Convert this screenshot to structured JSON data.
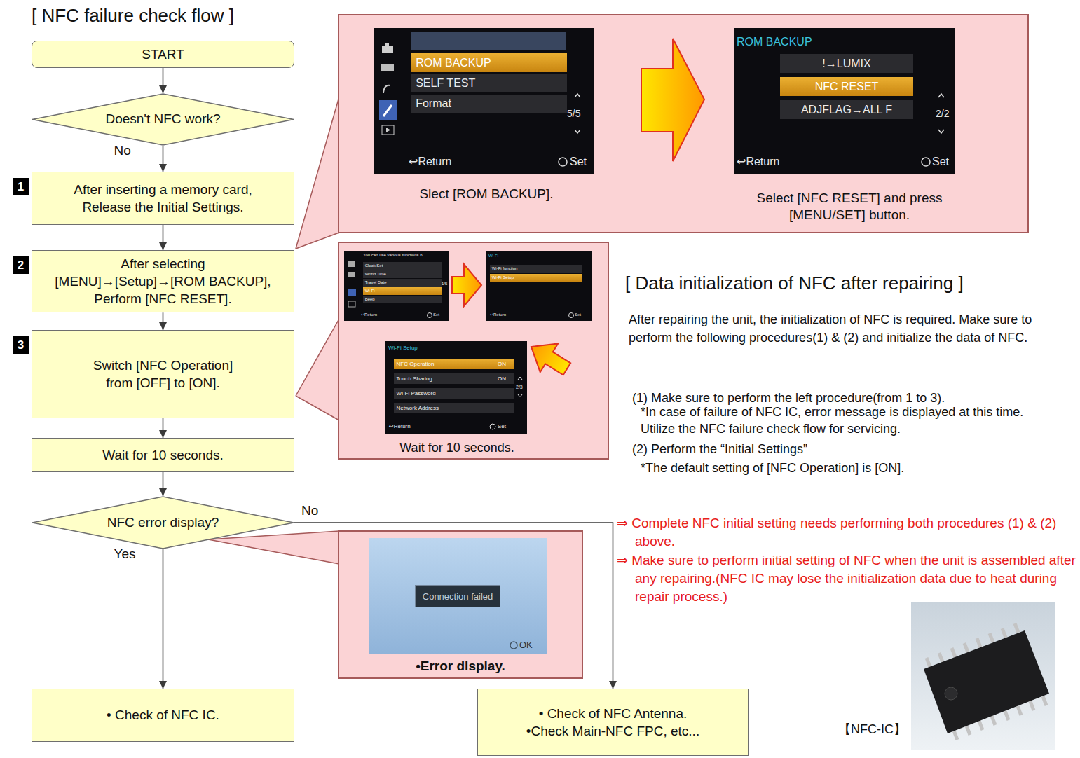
{
  "diagram": {
    "title": "[ NFC failure check flow ]",
    "nodes": [
      {
        "text": [
          "START"
        ]
      },
      {
        "text": [
          "Doesn't NFC work?"
        ]
      },
      {
        "text": [
          "1",
          "After inserting a memory card, Release the Initial Settings."
        ]
      },
      {
        "text": [
          "2",
          "After selecting [MENU]→[Setup]→[ROM BACKUP], Perform [NFC RESET]."
        ]
      },
      {
        "text": [
          "3",
          "Switch [NFC Operation] from [OFF] to [ON]."
        ]
      },
      {
        "text": [
          "Wait for 10 seconds."
        ]
      },
      {
        "text": [
          "NFC error display?"
        ]
      },
      {
        "text": [
          "• Check of NFC IC."
        ]
      },
      {
        "text": [
          "• Check of NFC Antenna.",
          "•Check Main-NFC FPC, etc..."
        ]
      },
      {
        "text": [
          "Slect [ROM BACKUP].",
          "Select [NFC RESET] and press [MENU/SET] button."
        ]
      },
      {
        "text": [
          "ROM BACKUP",
          "SELF TEST",
          "Format",
          "5/5",
          "↩Return",
          "Set"
        ],
        "in": 9
      },
      {
        "text": [
          "ROM BACKUP",
          "!→LUMIX",
          "NFC RESET",
          "ADJFLAG→ALL F",
          "2/2",
          "↩Return",
          "Set"
        ],
        "in": 9
      },
      {
        "text": [
          "Wait for 10 seconds."
        ]
      },
      {
        "text": [
          "You can use various functions b",
          "Clock Set",
          "World Time",
          "Travel Date",
          "Wi-Fi",
          "Beep",
          "1/5",
          "↩Return",
          "Set"
        ],
        "in": 12
      },
      {
        "text": [
          "Wi-Fi",
          "Wi-Fi function",
          "Wi-Fi Setup",
          "↩Return",
          "Set"
        ],
        "in": 12
      },
      {
        "text": [
          "Wi-Fi Setup",
          "NFC Operation",
          "ON",
          "Touch Sharing",
          "ON",
          "Wi-Fi Password",
          "Network Address",
          "2/3",
          "↩Return",
          "Set"
        ],
        "in": 12
      },
      {
        "text": [
          "•Error display."
        ]
      },
      {
        "text": [
          "OK"
        ],
        "in": 16
      },
      {
        "text": [
          "Connection failed"
        ],
        "in": 17
      }
    ],
    "edges": [
      {
        "from": 0,
        "to": 1,
        "arrow": "to"
      },
      {
        "from": 1,
        "to": 2,
        "label": "No",
        "arrow": "to"
      },
      {
        "from": 2,
        "to": 3,
        "arrow": "to"
      },
      {
        "from": 3,
        "to": 4,
        "arrow": "to"
      },
      {
        "from": 4,
        "to": 5,
        "arrow": "to"
      },
      {
        "from": 5,
        "to": 6,
        "arrow": "to"
      },
      {
        "from": 6,
        "to": 7,
        "label": "Yes",
        "arrow": "to"
      },
      {
        "from": 6,
        "to": 8,
        "label": "No",
        "arrow": "to"
      }
    ],
    "labels": [
      "[ Data initialization of NFC after repairing ]",
      "After repairing the unit, the initialization of NFC is required. Make sure to perform the following procedures(1) & (2) and initialize the data of NFC.",
      "(1) Make sure to perform the left procedure(from 1 to 3).",
      "*In case of failure of NFC IC, error message is displayed at this time. Utilize the NFC failure check flow for servicing.",
      "(2) Perform the “Initial Settings”",
      "*The default setting of [NFC Operation] is [ON].",
      "⇒ Complete NFC initial setting needs performing both procedures (1) & (2) above.",
      "⇒ Make sure to perform initial setting of NFC when the unit is assembled after any repairing.(NFC IC may lose the initialization data due to heat during repair process.)",
      "【NFC-IC】"
    ]
  }
}
